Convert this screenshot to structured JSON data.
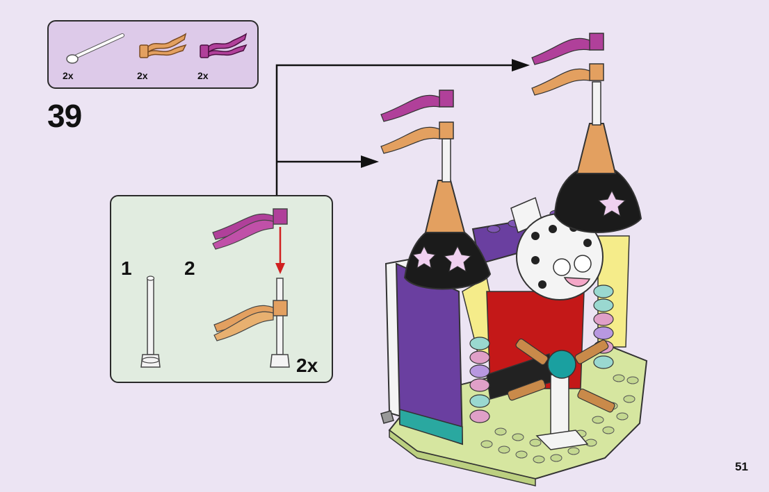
{
  "parts_list": {
    "items": [
      {
        "icon": "white-antenna-bar-icon",
        "qty": "2x"
      },
      {
        "icon": "orange-flag-icon",
        "qty": "2x"
      },
      {
        "icon": "magenta-flag-icon",
        "qty": "2x"
      }
    ]
  },
  "step": {
    "number": "39"
  },
  "sub_steps": [
    {
      "number": "1"
    },
    {
      "number": "2",
      "qty": "2x"
    }
  ],
  "page": {
    "number": "51"
  },
  "colors": {
    "background": "#ece4f3",
    "parts_box": "#ddcae9",
    "sub_box": "#e1ece0",
    "flag_magenta": "#b0409a",
    "flag_orange": "#e3a060",
    "tower_purple": "#6a3fa0",
    "base_green": "#d6e6a0"
  }
}
